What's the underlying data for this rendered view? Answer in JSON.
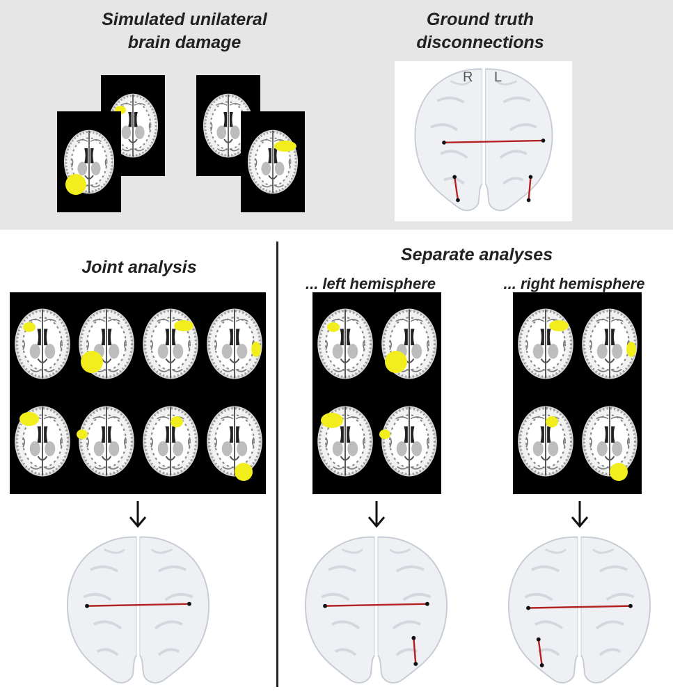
{
  "top": {
    "damage_title_line1": "Simulated unilateral",
    "damage_title_line2": "brain damage",
    "truth_title_line1": "Ground truth",
    "truth_title_line2": "disconnections",
    "label_R": "R",
    "label_L": "L"
  },
  "joint": {
    "title": "Joint analysis"
  },
  "separate": {
    "title": "Separate analyses",
    "left_title": "... left hemisphere",
    "right_title": "... right hemisphere"
  },
  "colors": {
    "lesion": "#f2ee1e",
    "connection": "#b22222",
    "background_band": "#e6e6e6"
  },
  "icons": [
    "down-arrow-icon"
  ]
}
